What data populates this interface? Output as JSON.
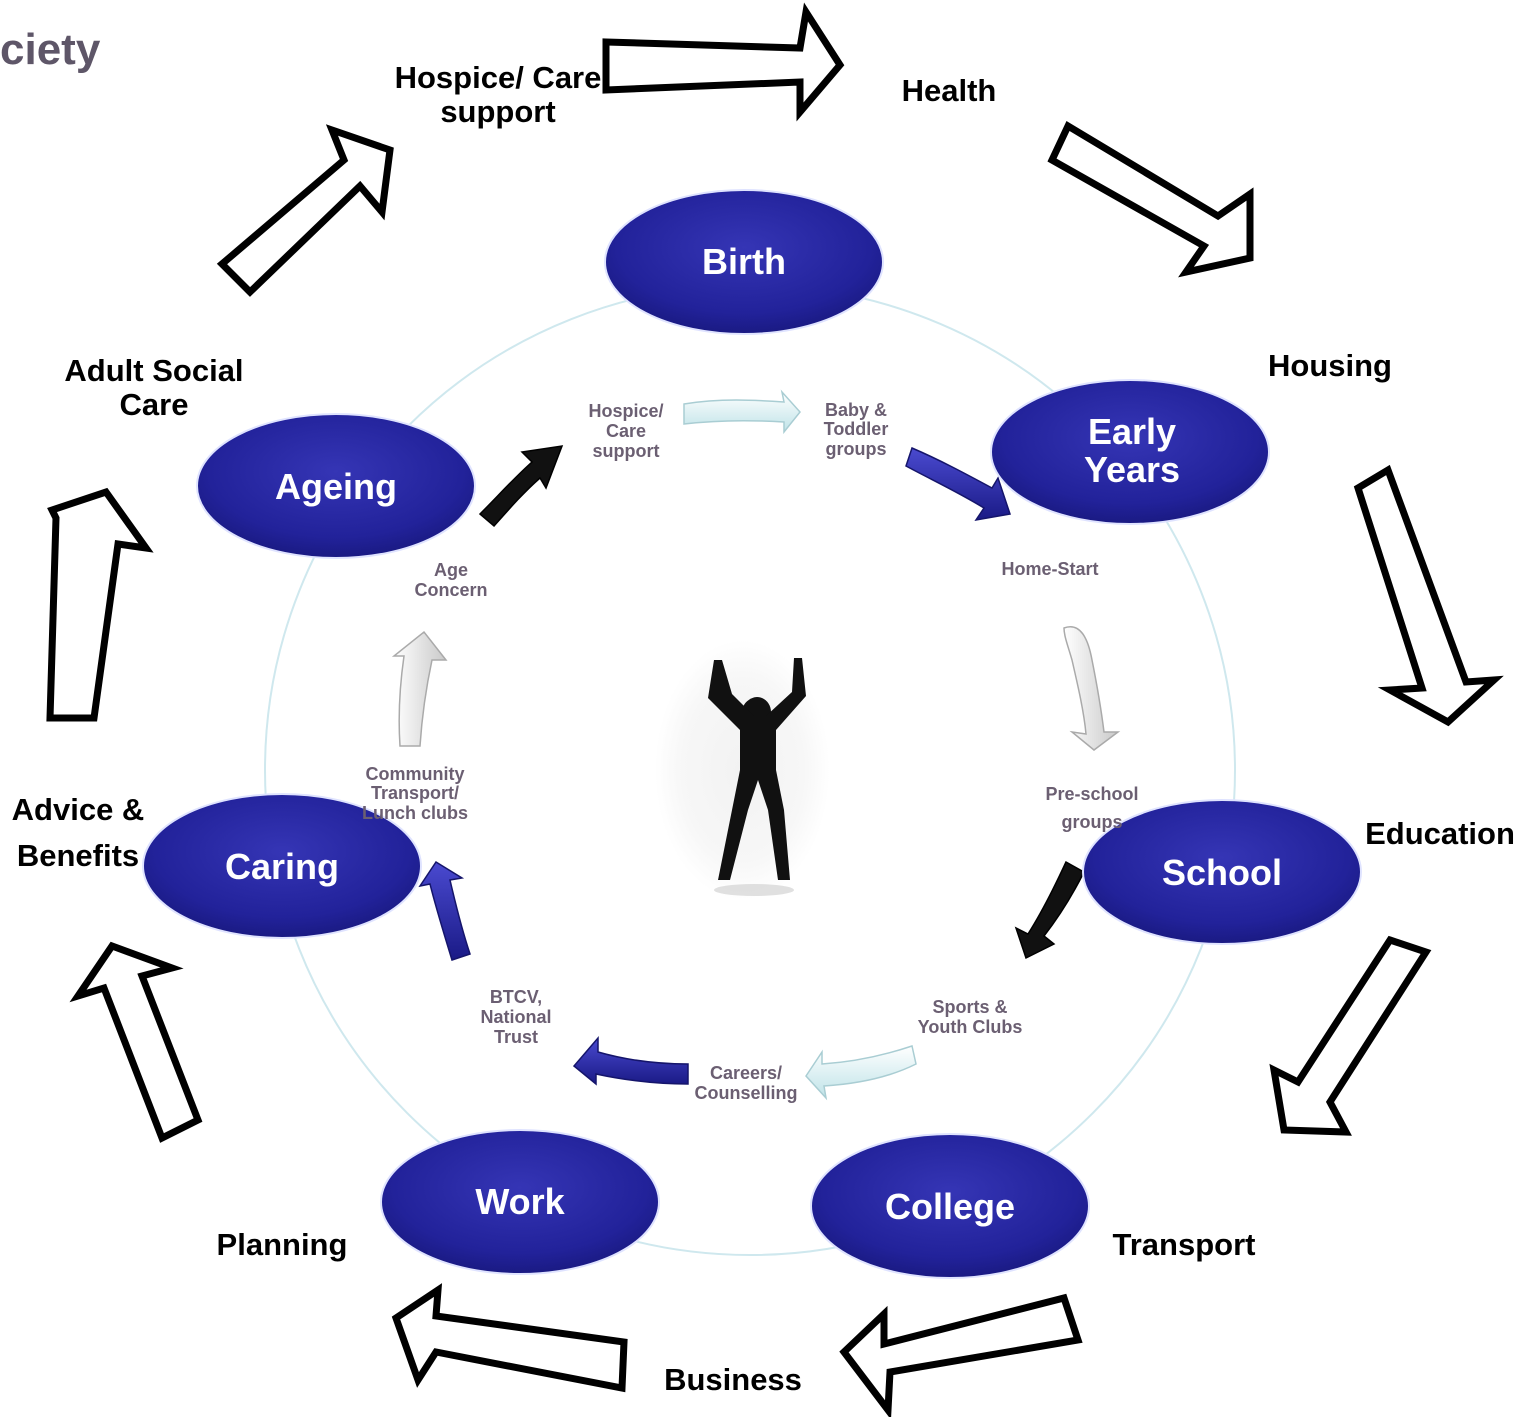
{
  "title_fragment": "ciety",
  "outer_labels": {
    "hospice": [
      "Hospice/ Care",
      "support"
    ],
    "health": [
      "Health"
    ],
    "housing": [
      "Housing"
    ],
    "education": [
      "Education"
    ],
    "transport": [
      "Transport"
    ],
    "business": [
      "Business"
    ],
    "planning": [
      "Planning"
    ],
    "advice": [
      "Advice &",
      "Benefits"
    ],
    "adult_social": [
      "Adult Social",
      "Care"
    ]
  },
  "stages": {
    "birth": [
      "Birth"
    ],
    "early_years": [
      "Early",
      "Years"
    ],
    "school": [
      "School"
    ],
    "college": [
      "College"
    ],
    "work": [
      "Work"
    ],
    "caring": [
      "Caring"
    ],
    "ageing": [
      "Ageing"
    ]
  },
  "services": {
    "hospice": [
      "Hospice/",
      "Care",
      "support"
    ],
    "baby": [
      "Baby &",
      "Toddler",
      "groups"
    ],
    "home_start": [
      "Home-Start"
    ],
    "preschool": [
      "Pre-school",
      "groups"
    ],
    "sports": [
      "Sports &",
      "Youth Clubs"
    ],
    "careers": [
      "Careers/",
      "Counselling"
    ],
    "btcv": [
      "BTCV,",
      "National",
      "Trust"
    ],
    "community": [
      "Community",
      "Transport/",
      "Lunch clubs"
    ],
    "age_concern": [
      "Age",
      "Concern"
    ]
  },
  "colors": {
    "stage_fill": "#22229a",
    "stage_fill_light": "#3a3ab8",
    "ring": "#cfe8ee",
    "inner_arrow_blue": "#2c2ca8",
    "inner_arrow_black": "#111111",
    "inner_arrow_light": "#dff2f4",
    "inner_arrow_white": "#e8e8e8"
  },
  "icons": {
    "center_figure": "person-arms-raised-silhouette"
  }
}
